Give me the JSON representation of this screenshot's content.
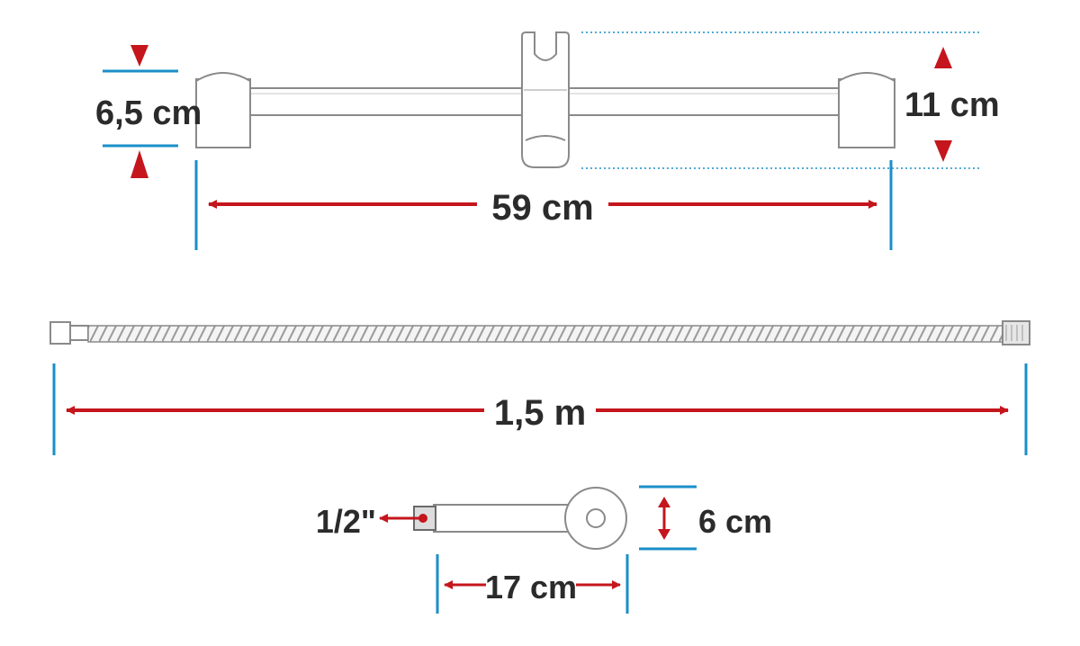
{
  "labels": {
    "holder_height": "6,5 cm",
    "bar_height": "11 cm",
    "bar_length": "59 cm",
    "hose_length": "1,5 m",
    "thread_size": "1/2\"",
    "flange_diameter": "6 cm",
    "arm_length": "17 cm"
  },
  "colors": {
    "arrow": "#c4161c",
    "guide": "#1a8fc9",
    "outline": "#8a8a8a",
    "text": "#2b2b2b"
  }
}
